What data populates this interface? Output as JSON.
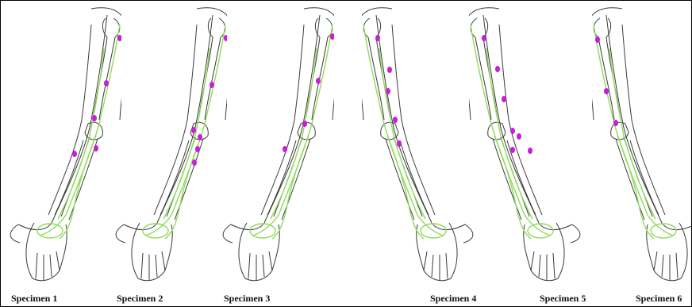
{
  "figure": {
    "specimens": [
      {
        "label": "Specimen 1",
        "mirrored": false
      },
      {
        "label": "Specimen 2",
        "mirrored": false
      },
      {
        "label": "Specimen 3",
        "mirrored": false
      },
      {
        "label": "Specimen 4",
        "mirrored": true
      },
      {
        "label": "Specimen 5",
        "mirrored": true
      },
      {
        "label": "Specimen 6",
        "mirrored": true
      }
    ],
    "colors": {
      "outline": "#3a3a3a",
      "nerve": "#8fdc5a",
      "marker": "#c81fd6"
    }
  }
}
